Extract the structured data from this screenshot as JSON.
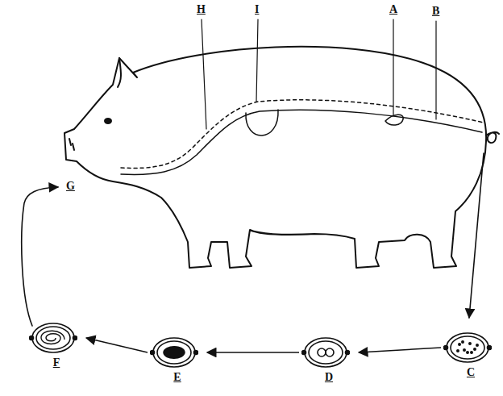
{
  "diagram": {
    "nodes": [
      {
        "text": [
          "F"
        ]
      },
      {
        "text": [
          "E"
        ]
      },
      {
        "text": [
          "D"
        ]
      },
      {
        "text": [
          "C"
        ]
      }
    ],
    "edges": [
      {
        "from": 3,
        "to": 2,
        "arrow": "to"
      },
      {
        "from": 2,
        "to": 1,
        "arrow": "to"
      },
      {
        "from": 1,
        "to": 0,
        "arrow": "to"
      }
    ],
    "labels": [
      "H",
      "I",
      "A",
      "B",
      "G"
    ]
  }
}
